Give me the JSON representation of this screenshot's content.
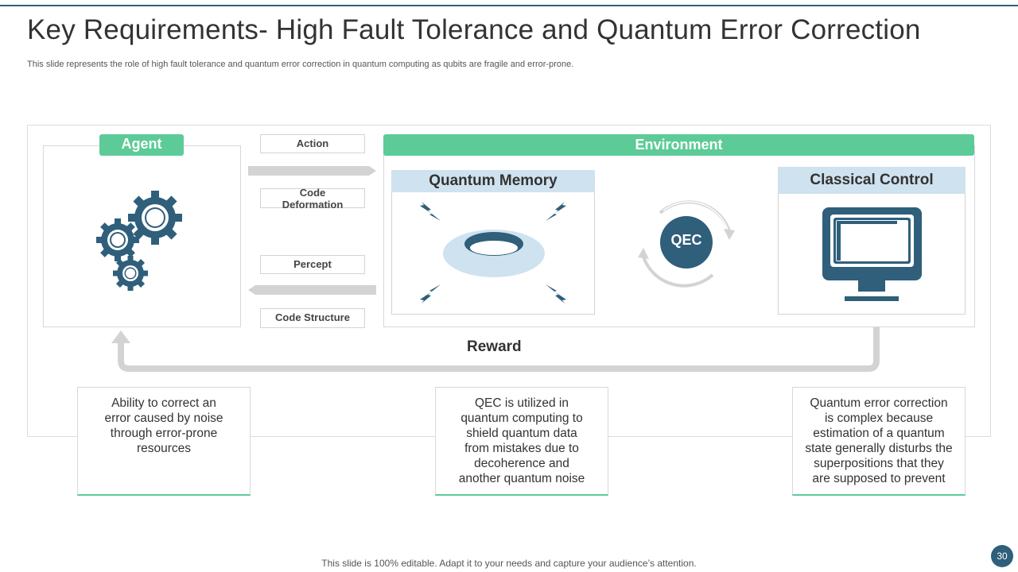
{
  "slide": {
    "title": "Key Requirements- High Fault Tolerance and Quantum Error Correction",
    "subtitle": "This slide represents the role of high fault tolerance and quantum error correction in quantum computing as qubits are fragile and error-prone.",
    "footer": "This slide is 100% editable. Adapt it to your needs and capture your audience’s attention.",
    "page_number": "30"
  },
  "diagram": {
    "agent_label": "Agent",
    "environment_label": "Environment",
    "action_label": "Action",
    "code_deformation_label_line1": "Code",
    "code_deformation_label_line2": "Deformation",
    "percept_label": "Percept",
    "code_structure_label": "Code Structure",
    "quantum_memory_label": "Quantum Memory",
    "classical_control_label": "Classical Control",
    "qec_label": "QEC",
    "reward_label": "Reward"
  },
  "cards": [
    {
      "line1": "Ability to correct an",
      "line2": "error caused by noise",
      "line3": "through error-prone",
      "line4": "resources"
    },
    {
      "line1": "QEC is utilized in",
      "line2": "quantum  computing to",
      "line3": "shield quantum data",
      "line4": "from mistakes due to",
      "line5": "decoherence and",
      "line6": "another quantum  noise"
    },
    {
      "line1": "Quantum  error correction",
      "line2": "is complex because",
      "line3": "estimation of a quantum",
      "line4": "state generally disturbs the",
      "line5": "superpositions that they",
      "line6": "are supposed to prevent"
    }
  ],
  "colors": {
    "accent_green": "#5ccb98",
    "primary_blue": "#2f5f7a",
    "light_blue": "#cfe2ef",
    "arrow_gray": "#d3d3d3"
  },
  "icons": [
    "gears-icon",
    "torus-icon",
    "lightning-icon",
    "qec-cycle-icon",
    "monitor-icon"
  ]
}
